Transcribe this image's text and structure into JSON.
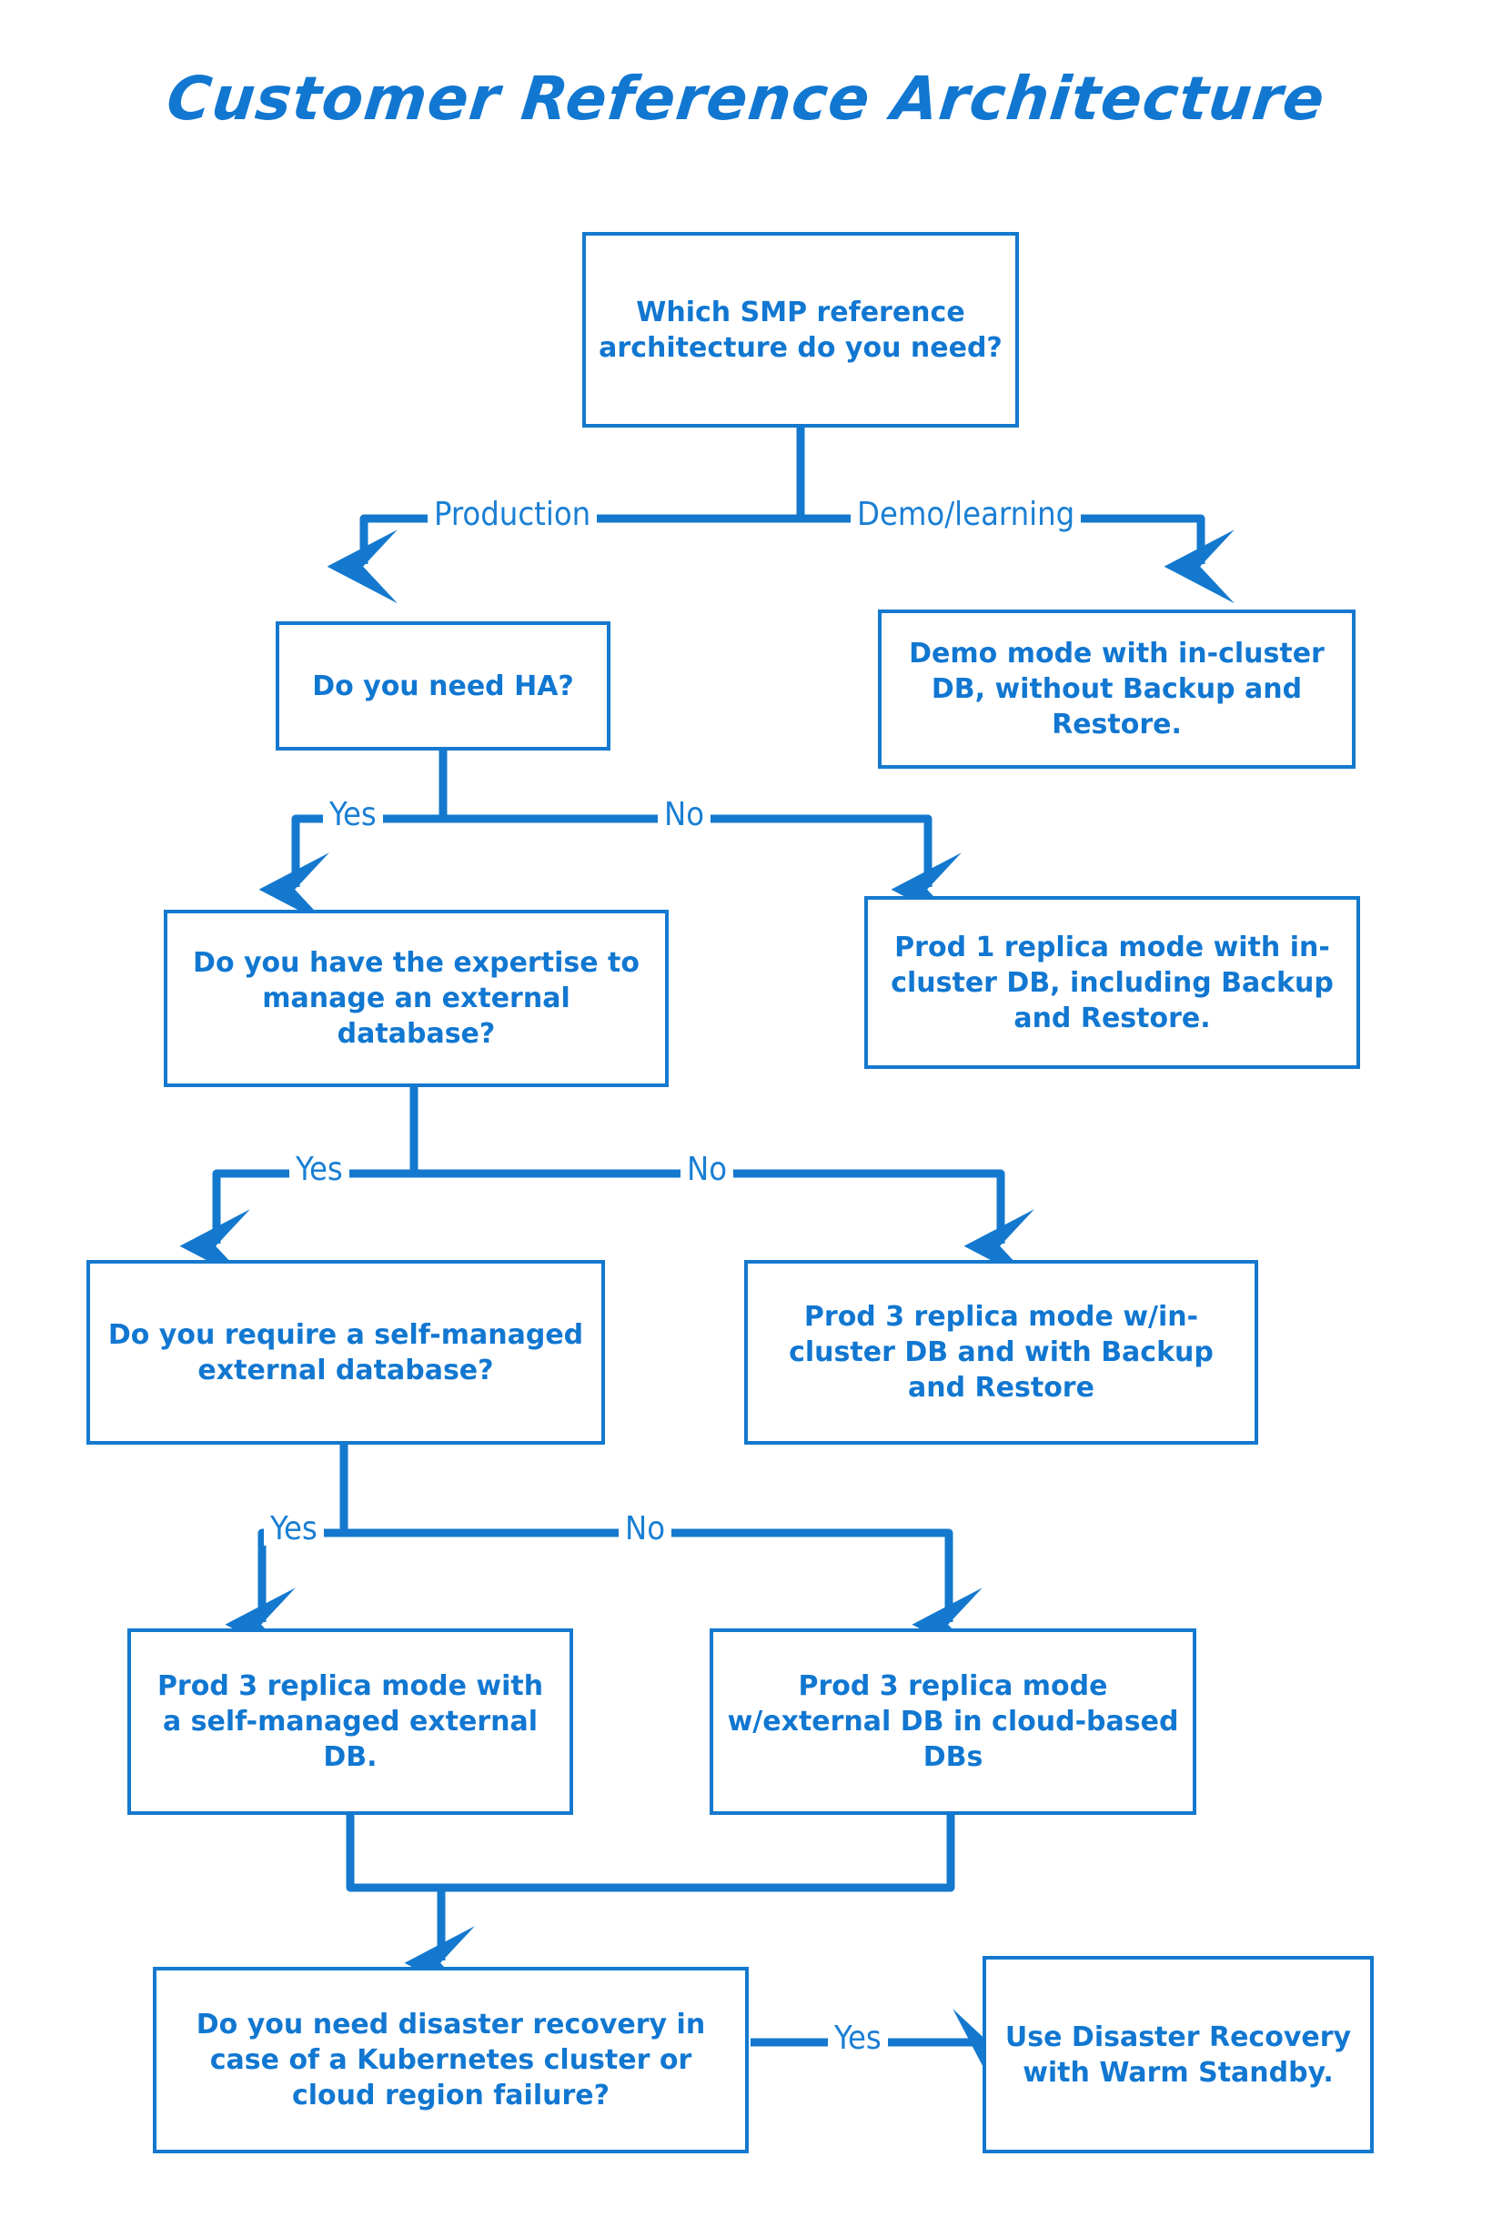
{
  "diagram": {
    "title": "Customer Reference Architecture",
    "accent_color": "#1479ce",
    "text_color": "#1177d1",
    "background": "#ffffff",
    "type": "decision-flowchart",
    "nodes": [
      {
        "id": "q-which-arch",
        "kind": "decision",
        "text": "Which SMP reference architecture do you need?"
      },
      {
        "id": "q-need-ha",
        "kind": "decision",
        "text": "Do you need HA?"
      },
      {
        "id": "r-demo-mode",
        "kind": "outcome",
        "text": "Demo mode with in-cluster DB, without Backup and Restore."
      },
      {
        "id": "q-expertise",
        "kind": "decision",
        "text": "Do you have the expertise to manage an external database?"
      },
      {
        "id": "r-prod1",
        "kind": "outcome",
        "text": "Prod 1 replica mode with in-cluster DB, including Backup and Restore."
      },
      {
        "id": "q-self-managed",
        "kind": "decision",
        "text": "Do you require a self-managed external database?"
      },
      {
        "id": "r-prod3-incluster",
        "kind": "outcome",
        "text": "Prod 3 replica mode w/in-cluster DB and with Backup and Restore"
      },
      {
        "id": "r-prod3-selfmanaged",
        "kind": "outcome",
        "text": "Prod 3 replica mode with a self-managed external DB."
      },
      {
        "id": "r-prod3-cloud",
        "kind": "outcome",
        "text": "Prod 3 replica mode w/external DB in cloud-based DBs"
      },
      {
        "id": "q-disaster-recovery",
        "kind": "decision",
        "text": "Do you need disaster recovery in case of a Kubernetes cluster or cloud region failure?"
      },
      {
        "id": "r-warm-standby",
        "kind": "outcome",
        "text": "Use Disaster Recovery with Warm Standby."
      }
    ],
    "edge_labels": {
      "production": "Production",
      "demo_learning": "Demo/learning",
      "ha_yes": "Yes",
      "ha_no": "No",
      "expertise_yes": "Yes",
      "expertise_no": "No",
      "selfmanaged_yes": "Yes",
      "selfmanaged_no": "No",
      "dr_yes": "Yes"
    }
  }
}
